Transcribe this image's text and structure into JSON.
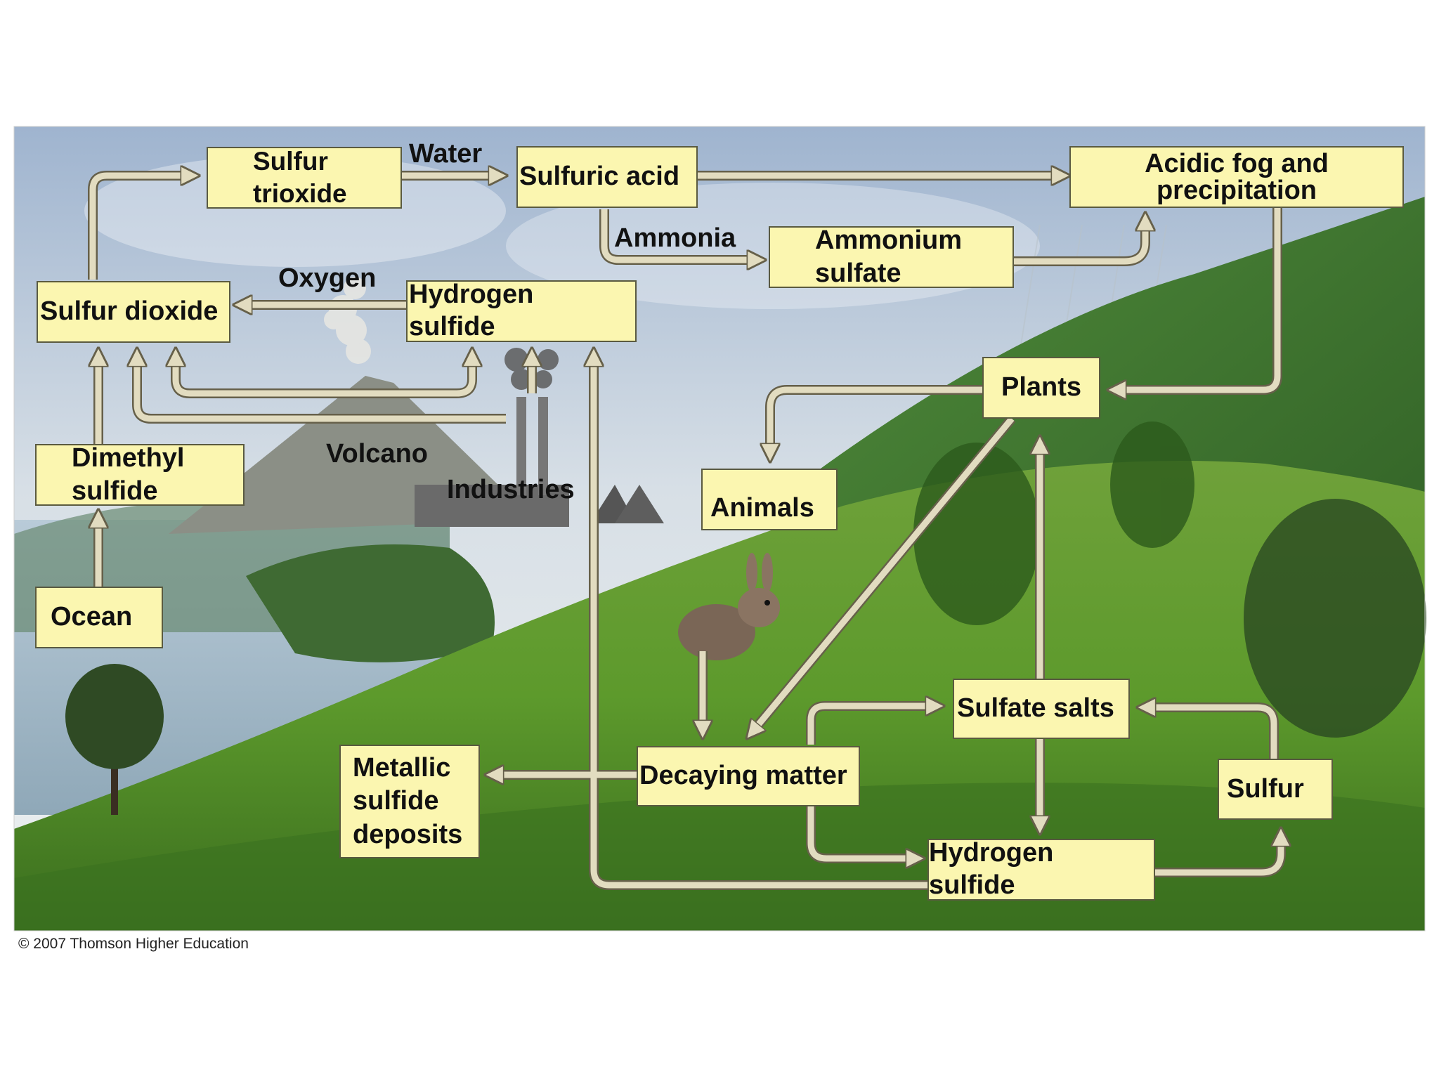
{
  "boxes": {
    "sulfur_trioxide": "Sulfur\ntrioxide",
    "sulfuric_acid": "Sulfuric acid",
    "acidic_fog": "Acidic fog and\nprecipitation",
    "ammonium_sulfate": "Ammonium\nsulfate",
    "sulfur_dioxide": "Sulfur dioxide",
    "hydrogen_sulfide_top": "Hydrogen sulfide",
    "plants": "Plants",
    "dimethyl_sulfide": "Dimethyl\nsulfide",
    "animals": "Animals",
    "ocean": "Ocean",
    "sulfate_salts": "Sulfate salts",
    "metallic_sulfide": "Metallic\nsulfide\ndeposits",
    "decaying_matter": "Decaying matter",
    "sulfur": "Sulfur",
    "hydrogen_sulfide_bottom": "Hydrogen sulfide"
  },
  "labels": {
    "water": "Water",
    "ammonia": "Ammonia",
    "oxygen": "Oxygen",
    "volcano": "Volcano",
    "industries": "Industries"
  },
  "credit": "© 2007 Thomson Higher Education"
}
